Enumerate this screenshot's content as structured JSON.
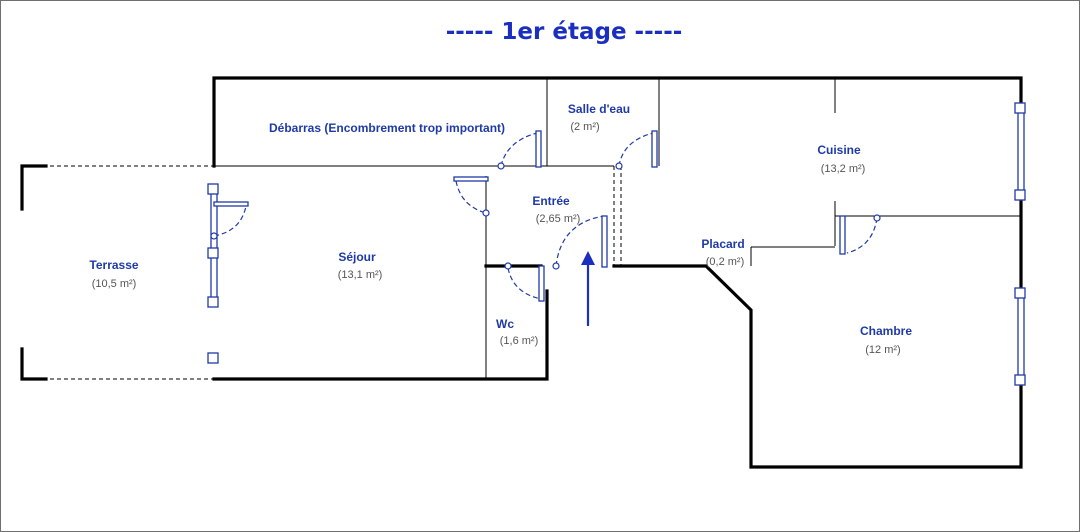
{
  "plan": {
    "title": "----- 1er étage -----",
    "colors": {
      "text": "#1a2fbf",
      "room_label": "#1f3aa8",
      "area": "#555555",
      "wall": "#000000"
    },
    "rooms": {
      "terrasse": {
        "name": "Terrasse",
        "area": "(10,5 m²)"
      },
      "sejour": {
        "name": "Séjour",
        "area": "(13,1 m²)"
      },
      "debarras": {
        "name": "Débarras (Encombrement trop important)"
      },
      "salle_eau": {
        "name": "Salle d'eau",
        "area": "(2 m²)"
      },
      "entree": {
        "name": "Entrée",
        "area": "(2,65 m²)"
      },
      "wc": {
        "name": "Wc",
        "area": "(1,6 m²)"
      },
      "cuisine": {
        "name": "Cuisine",
        "area": "(13,2 m²)"
      },
      "placard": {
        "name": "Placard",
        "area": "(0,2 m²)"
      },
      "chambre": {
        "name": "Chambre",
        "area": "(12 m²)"
      }
    },
    "entrance_icon": "up-arrow-icon"
  }
}
